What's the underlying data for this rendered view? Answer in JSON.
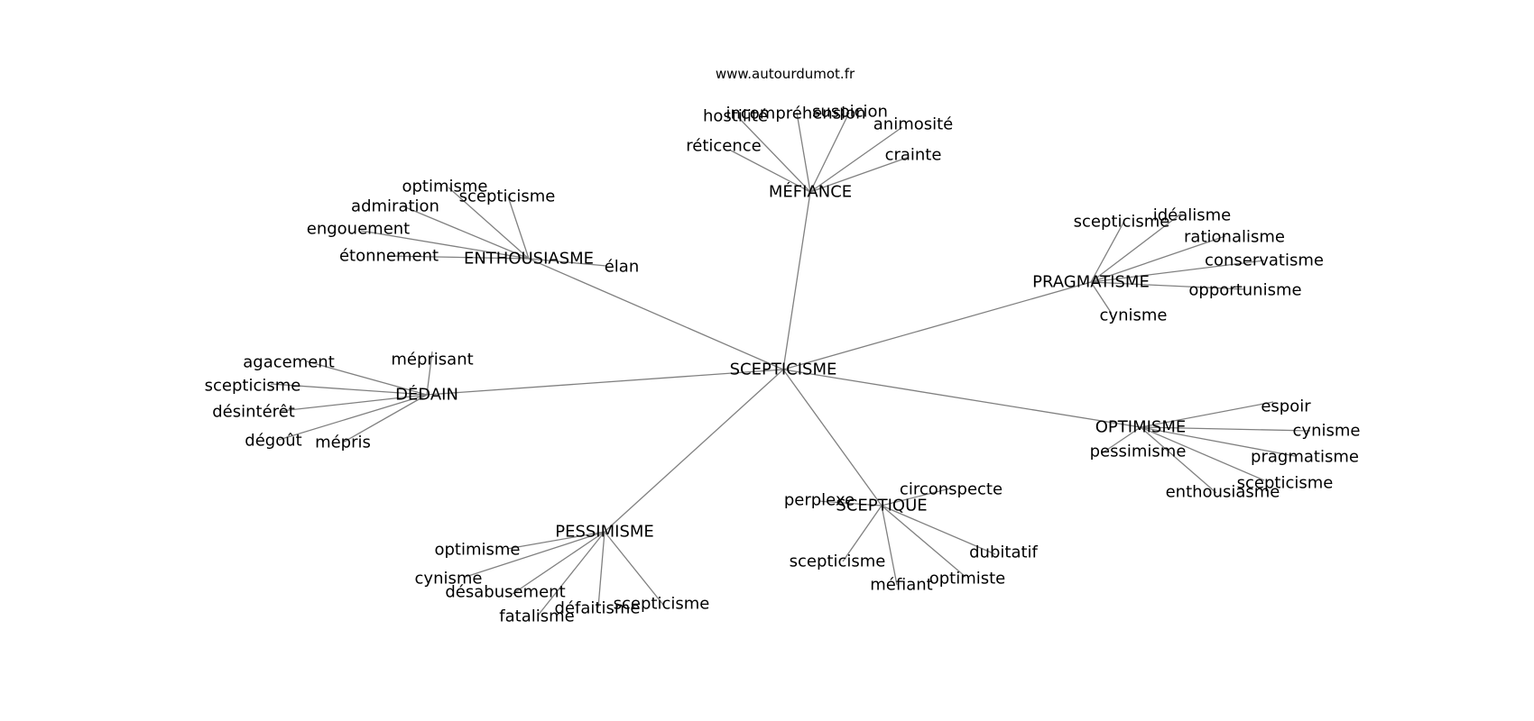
{
  "header": {
    "site": "www.autourdumot.fr"
  },
  "graph": {
    "center": "SCEPTICISME",
    "clusters": [
      {
        "hub": "MÉFIANCE",
        "leaves": [
          "hostilité",
          "incompréhension",
          "suspicion",
          "animosité",
          "crainte",
          "réticence"
        ]
      },
      {
        "hub": "ENTHOUSIASME",
        "leaves": [
          "optimisme",
          "scepticisme",
          "admiration",
          "engouement",
          "étonnement",
          "élan"
        ]
      },
      {
        "hub": "PRAGMATISME",
        "leaves": [
          "scepticisme",
          "idéalisme",
          "rationalisme",
          "conservatisme",
          "opportunisme",
          "cynisme"
        ]
      },
      {
        "hub": "DÉDAIN",
        "leaves": [
          "méprisant",
          "agacement",
          "scepticisme",
          "désintérêt",
          "dégoût",
          "mépris"
        ]
      },
      {
        "hub": "OPTIMISME",
        "leaves": [
          "espoir",
          "cynisme",
          "pessimisme",
          "pragmatisme",
          "scepticisme",
          "enthousiasme"
        ]
      },
      {
        "hub": "SCEPTIQUE",
        "leaves": [
          "perplexe",
          "circonspecte",
          "dubitatif",
          "scepticisme",
          "méfiant",
          "optimiste"
        ]
      },
      {
        "hub": "PESSIMISME",
        "leaves": [
          "optimisme",
          "cynisme",
          "désabusement",
          "fatalisme",
          "défaitisme",
          "scepticisme"
        ]
      }
    ]
  }
}
